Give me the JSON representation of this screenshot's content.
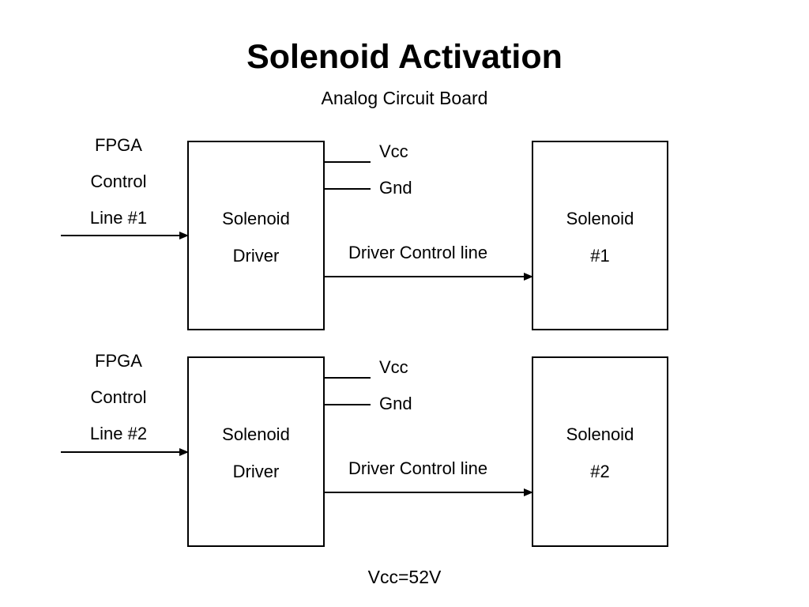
{
  "title": "Solenoid Activation",
  "subtitle": "Analog Circuit Board",
  "channels": [
    {
      "input_label": [
        "FPGA",
        "Control",
        "Line #1"
      ],
      "driver_label": [
        "Solenoid",
        "Driver"
      ],
      "vcc_label": "Vcc",
      "gnd_label": "Gnd",
      "control_line_label": "Driver Control line",
      "solenoid_label": [
        "Solenoid",
        "#1"
      ]
    },
    {
      "input_label": [
        "FPGA",
        "Control",
        "Line #2"
      ],
      "driver_label": [
        "Solenoid",
        "Driver"
      ],
      "vcc_label": "Vcc",
      "gnd_label": "Gnd",
      "control_line_label": "Driver Control line",
      "solenoid_label": [
        "Solenoid",
        "#2"
      ]
    }
  ],
  "footer": "Vcc=52V",
  "colors": {
    "line": "#000000",
    "background": "#ffffff"
  }
}
